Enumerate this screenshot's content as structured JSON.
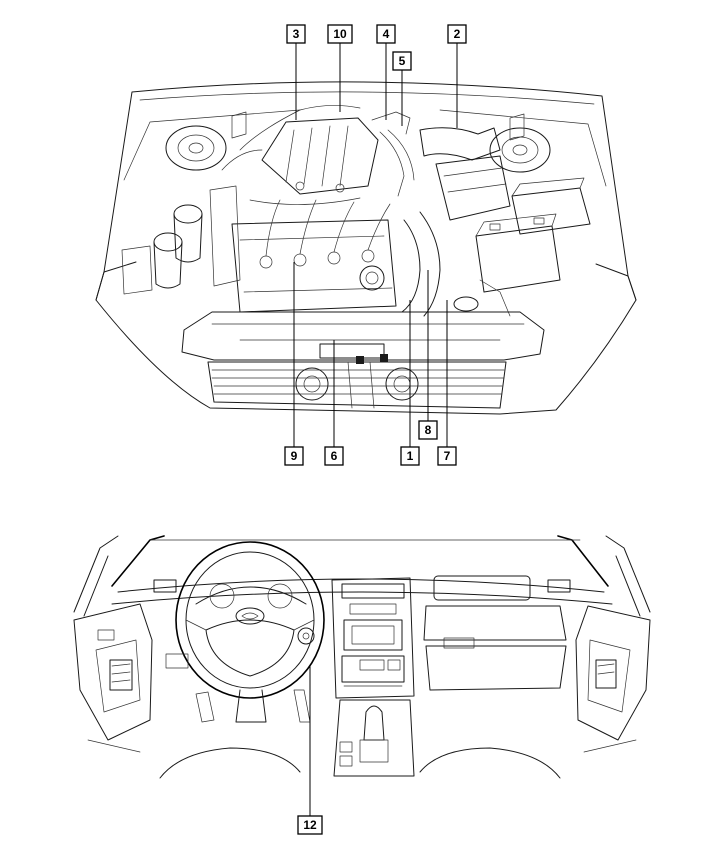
{
  "engine_bay": {
    "callouts": [
      {
        "id": "c3",
        "label": "3"
      },
      {
        "id": "c10",
        "label": "10"
      },
      {
        "id": "c4",
        "label": "4"
      },
      {
        "id": "c5",
        "label": "5"
      },
      {
        "id": "c2",
        "label": "2"
      },
      {
        "id": "c9",
        "label": "9"
      },
      {
        "id": "c6",
        "label": "6"
      },
      {
        "id": "c1",
        "label": "1"
      },
      {
        "id": "c8",
        "label": "8"
      },
      {
        "id": "c7",
        "label": "7"
      }
    ]
  },
  "interior": {
    "callouts": [
      {
        "id": "c12",
        "label": "12"
      }
    ]
  }
}
